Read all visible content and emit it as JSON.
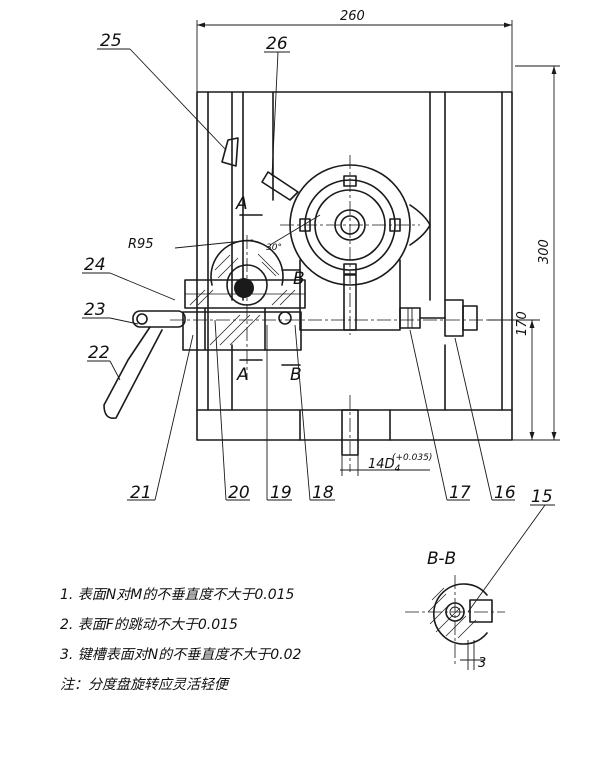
{
  "dimensions": {
    "width": "260",
    "height_total": "300",
    "height_center": "170",
    "radius": "R95",
    "angle": "30°",
    "bore": "14D",
    "bore_sub": "4",
    "bore_tol": "(+0.035)",
    "key_width": "3"
  },
  "part_labels": {
    "p25": "25",
    "p26": "26",
    "p24": "24",
    "p23": "23",
    "p22": "22",
    "p21": "21",
    "p20": "20",
    "p19": "19",
    "p18": "18",
    "p17": "17",
    "p16": "16",
    "p15": "15"
  },
  "section_marks": {
    "a_top": "A",
    "a_bottom": "A",
    "b_top": "B",
    "b_bottom": "B",
    "section_title": "B-B"
  },
  "notes": [
    "1. 表面N对M的不垂直度不大于0.015",
    "2. 表面F的跳动不大于0.015",
    "3. 键槽表面对N的不垂直度不大于0.02",
    "注：分度盘旋转应灵活轻便"
  ]
}
